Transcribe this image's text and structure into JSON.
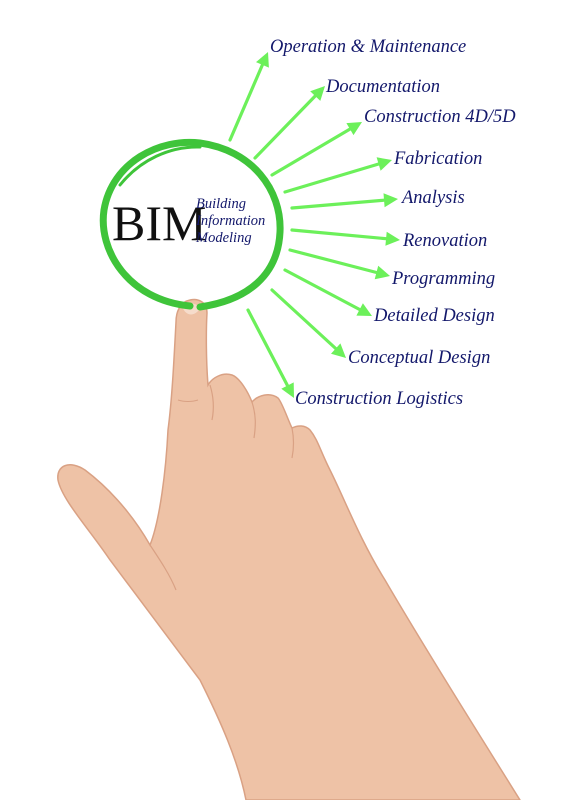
{
  "colors": {
    "arrow": "#6cf05a",
    "circle": "#3fc43a",
    "text": "#13186b",
    "bim_text": "#111111",
    "skin": "#eec2a6",
    "skin_shadow": "#d9a184"
  },
  "center": {
    "acronym": "BIM",
    "line1": "Building",
    "line2": "Information",
    "line3": "Modeling"
  },
  "branches": [
    "Operation & Maintenance",
    "Documentation",
    "Construction 4D/5D",
    "Fabrication",
    "Analysis",
    "Renovation",
    "Programming",
    "Detailed Design",
    "Conceptual Design",
    "Construction Logistics"
  ],
  "icons": [
    "pointing-hand-image"
  ]
}
